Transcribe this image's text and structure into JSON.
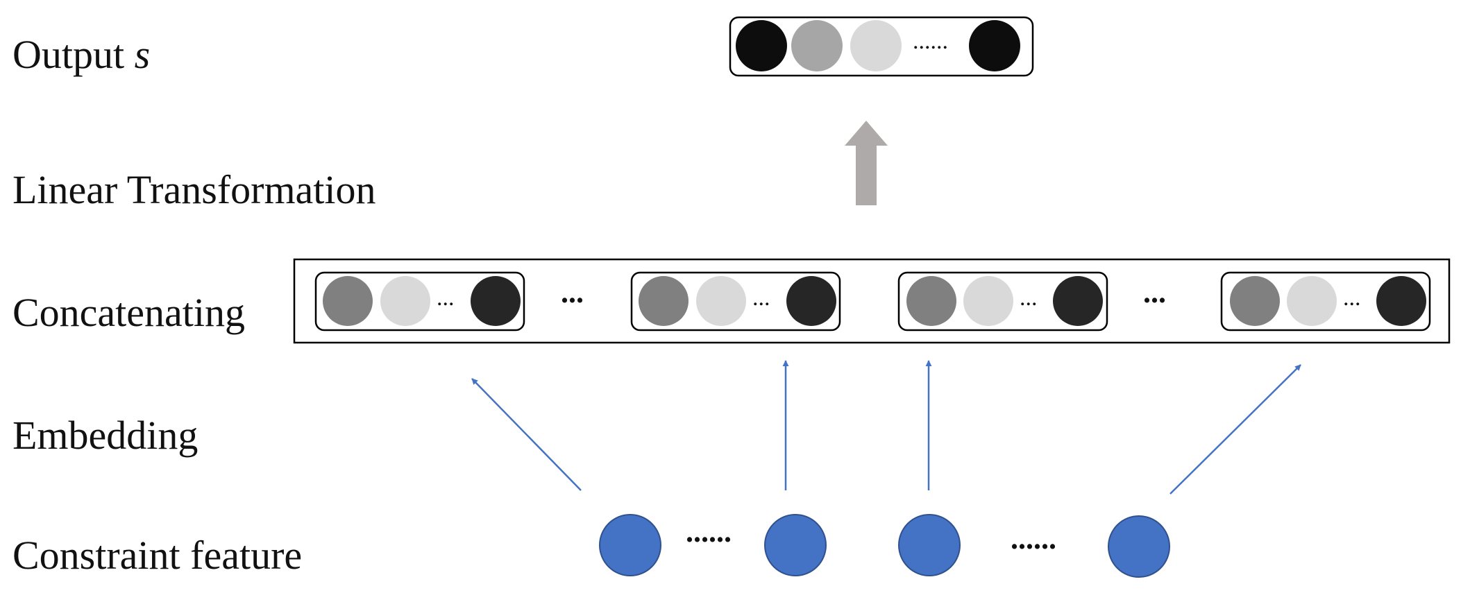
{
  "labels": {
    "output": "Output ",
    "output_var": "s",
    "linear": "Linear Transformation",
    "concat": "Concatenating",
    "embedding": "Embedding",
    "constraint": "Constraint feature"
  },
  "ellipsis": {
    "output": "......",
    "group": "...",
    "between_groups": "...",
    "features": "......"
  },
  "colors": {
    "feature_node": "#4472c4",
    "arrow_blue": "#4472c4",
    "transform_arrow": "#aeaaaa",
    "output_nodes": [
      "#0d0d0d",
      "#a6a6a6",
      "#d9d9d9",
      "#0d0d0d"
    ],
    "group_nodes": [
      "#808080",
      "#d9d9d9",
      "#262626"
    ]
  }
}
